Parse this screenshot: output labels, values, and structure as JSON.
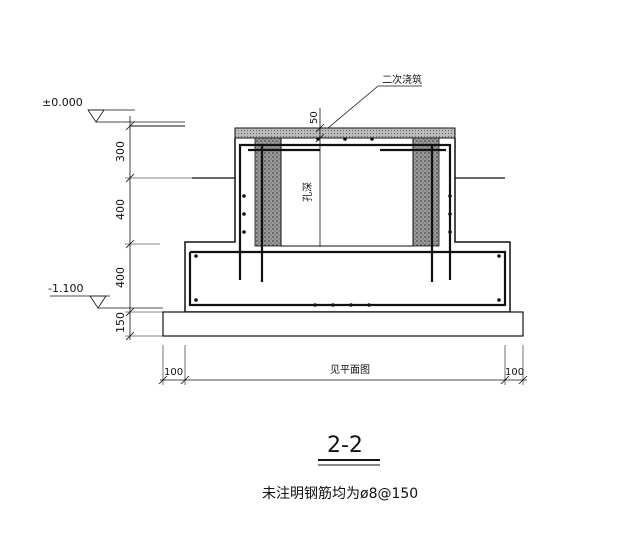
{
  "section": {
    "title": "2-2",
    "note": "未注明钢筋均为ø8@150"
  },
  "elevations": {
    "top": "±0.000",
    "bottom": "-1.100"
  },
  "annotations": {
    "secondary_pour": "二次浇筑",
    "hole_depth": "孔深",
    "plan_ref": "见平面图"
  },
  "dimensions": {
    "left_stack": [
      "300",
      "400",
      "400",
      "150"
    ],
    "cap": "50",
    "bottom_left": "100",
    "bottom_right": "100"
  }
}
